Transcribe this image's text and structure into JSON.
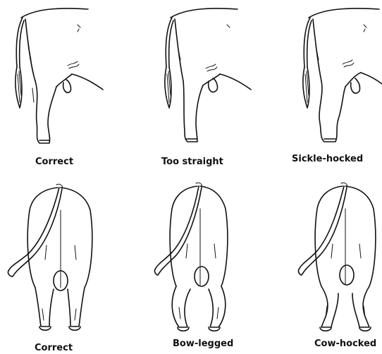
{
  "side_view": {
    "labels": [
      "Correct",
      "Too straight",
      "Sickle-hocked"
    ]
  },
  "rear_view": {
    "labels": [
      "Correct",
      "Bow-legged",
      "Cow-hocked"
    ]
  }
}
